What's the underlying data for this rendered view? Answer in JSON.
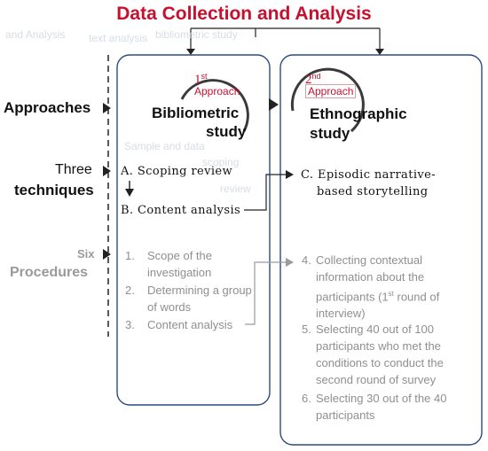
{
  "title": "Data Collection and Analysis",
  "faint_text": [
    "and Analysis",
    "text analysis",
    "bibliometric study",
    "Sample and data",
    "scoping",
    "review"
  ],
  "row_labels": {
    "approaches": "Approaches",
    "techniques_line1": "Three",
    "techniques_line2": "techniques",
    "procedures_line1": "Six",
    "procedures_line2": "Procedures"
  },
  "approach1": {
    "badge_num": "1",
    "badge_sup": "st",
    "badge_word": "Approach",
    "name_line1": "Bibliometric",
    "name_line2": "study"
  },
  "approach2": {
    "badge_num": "2",
    "badge_sup": "nd",
    "badge_word": "Approach",
    "name_line1": "Ethnographic",
    "name_line2": "study"
  },
  "techniques": {
    "a": "A. Scoping review",
    "b": "B. Content analysis",
    "c_line1": "C. Episodic narrative-",
    "c_line2": "based storytelling"
  },
  "procedures_left": [
    {
      "num": "1.",
      "text": "Scope of the investigation"
    },
    {
      "num": "2.",
      "text": "Determining a group of words"
    },
    {
      "num": "3.",
      "text": "Content analysis"
    }
  ],
  "procedures_right": [
    {
      "num": "4.",
      "text_pre": "Collecting contextual information about the participants (1",
      "sup": "st",
      "text_post": " round of interview)"
    },
    {
      "num": "5.",
      "text": "Selecting 40 out of 100 participants who met the conditions to conduct the second round of survey"
    },
    {
      "num": "6.",
      "text": "Selecting 30 out of the 40 participants"
    }
  ],
  "colors": {
    "title": "#c8102e",
    "panel_border": "#2b4c7e",
    "approach_arc": "#3a3a3a",
    "procedure_text": "#8f8f8f"
  }
}
